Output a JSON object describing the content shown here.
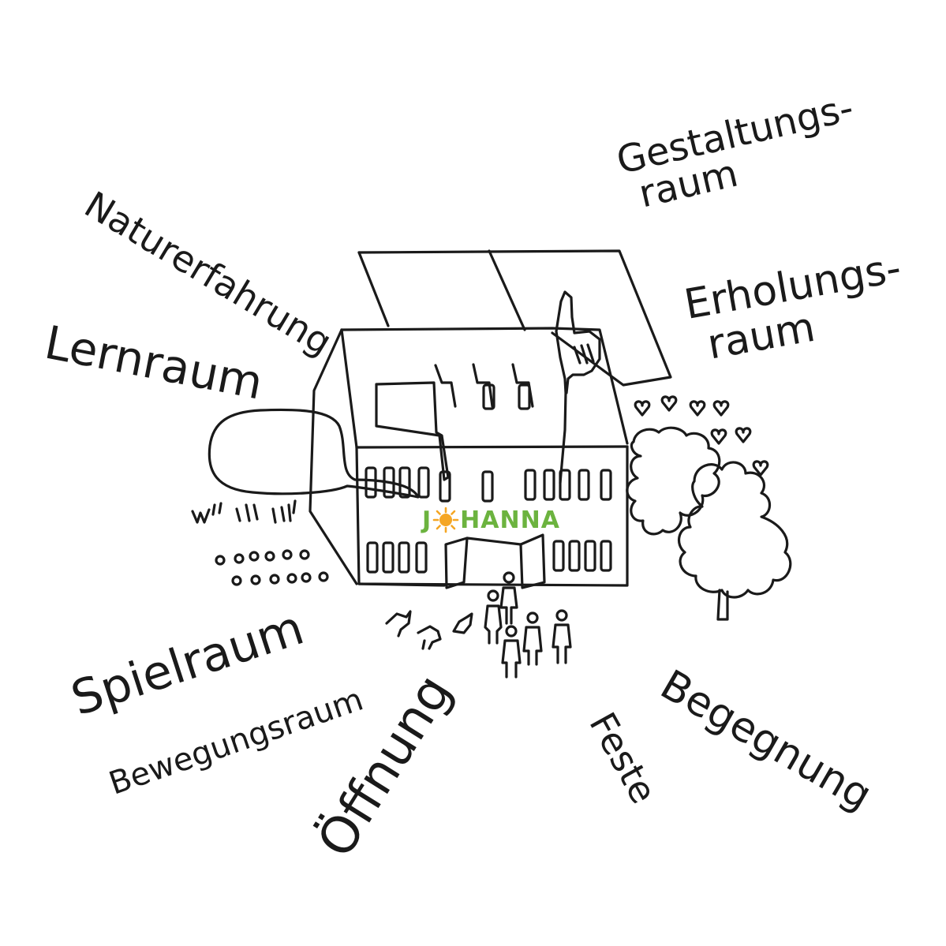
{
  "labels": {
    "naturerfahrung": "Naturerfahrung",
    "gestaltungsraum_line1": "Gestaltungs-",
    "gestaltungsraum_line2": "raum",
    "lernraum": "Lernraum",
    "erholungsraum_line1": "Erholungs-",
    "erholungsraum_line2": "raum",
    "spielraum": "Spielraum",
    "bewegungsraum": "Bewegungsraum",
    "oeffnung": "Öffnung",
    "feste": "Feste",
    "begegnung": "Begegnung"
  },
  "logo": {
    "text": "JOHANNA",
    "letter_color": "#6cb33f",
    "sun_color": "#f5a623"
  },
  "colors": {
    "ink": "#1a1a1a",
    "background": "#ffffff"
  }
}
